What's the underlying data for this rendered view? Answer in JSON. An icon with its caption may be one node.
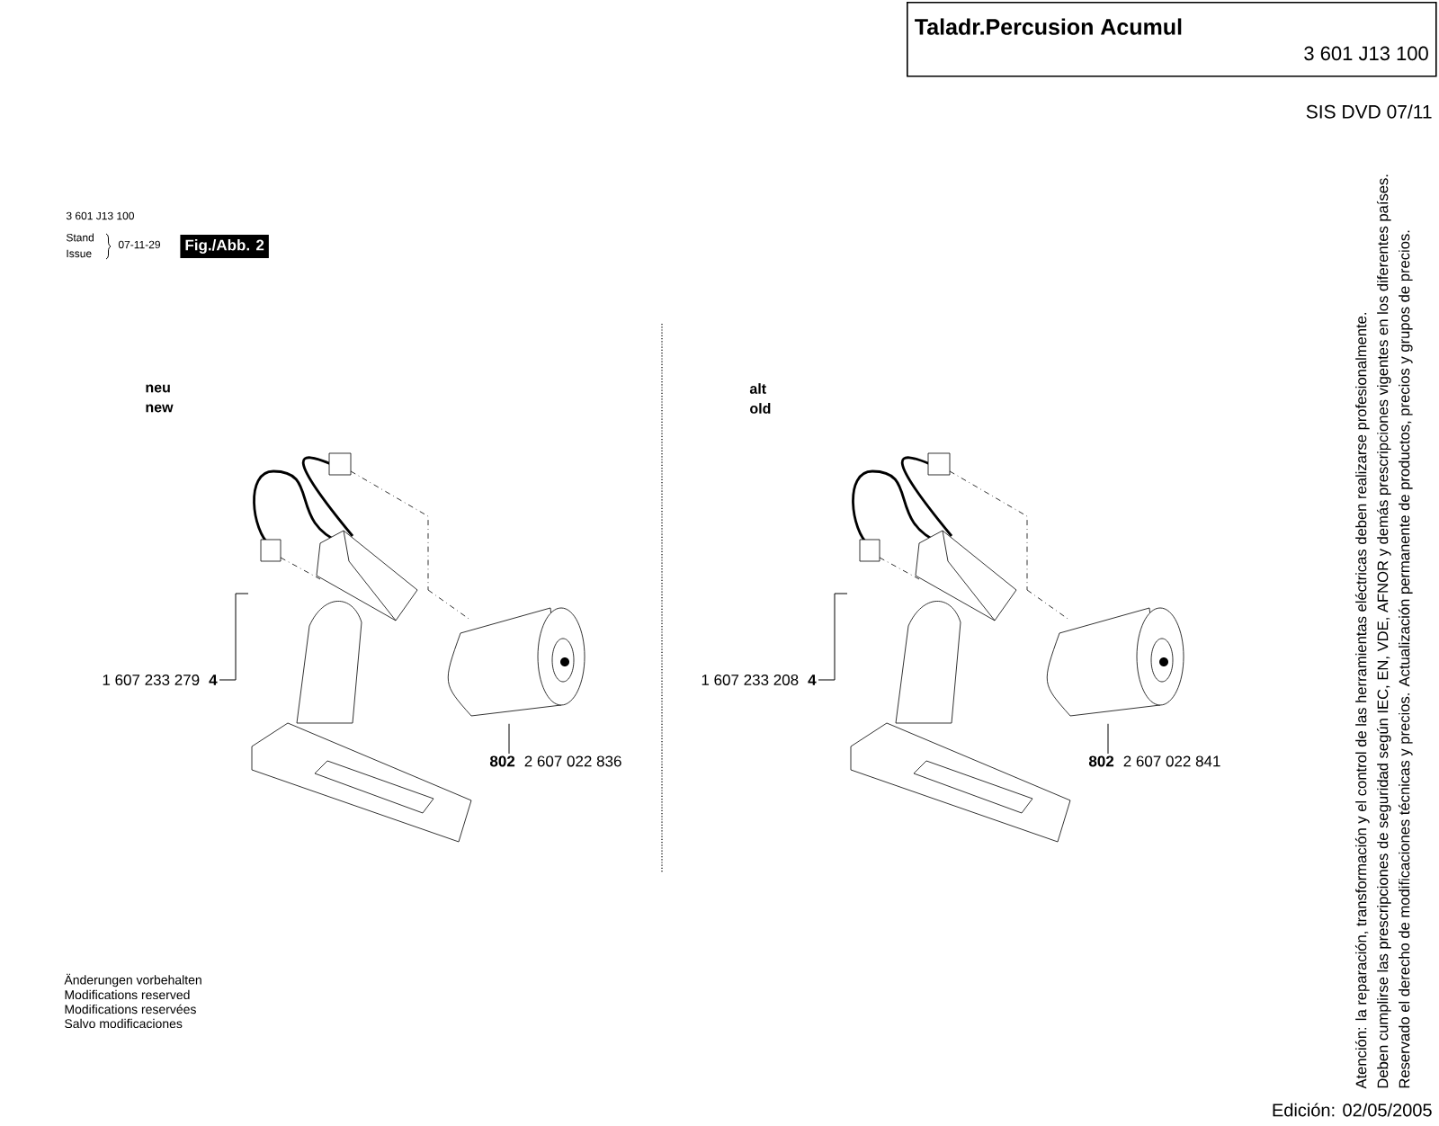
{
  "diagram": {
    "nodes": [
      {
        "text": [
          "Taladr.Percusion Acumul",
          "3 601 J13 100"
        ]
      },
      {
        "text": [
          "Fig./Abb. 2"
        ]
      },
      {
        "text": [
          "1 607 233 279",
          "4"
        ]
      },
      {
        "text": [],
        "shape": "picture"
      },
      {
        "text": [
          "802",
          "2 607 022 836"
        ]
      },
      {
        "text": [],
        "shape": "picture"
      },
      {
        "text": [
          "1 607 233 208",
          "4"
        ]
      },
      {
        "text": [],
        "shape": "picture"
      },
      {
        "text": [
          "802",
          "2 607 022 841"
        ]
      },
      {
        "text": [],
        "shape": "picture"
      }
    ],
    "edges": [
      {
        "from": 2,
        "to": 3,
        "arrow": "none"
      },
      {
        "from": 4,
        "to": 5,
        "arrow": "none"
      },
      {
        "from": 6,
        "to": 7,
        "arrow": "none"
      },
      {
        "from": 8,
        "to": 9,
        "arrow": "none"
      }
    ],
    "labels": [
      "SIS DVD 07/11",
      "3 601 J13 100",
      "Stand",
      "Issue",
      "07-11-29",
      "neu",
      "new",
      "alt",
      "old",
      "Änderungen vorbehalten",
      "Modifications reserved",
      "Modifications reservées",
      "Salvo modificaciones",
      "Atención: la reparación, transformación y el control de las herramientas eléctricas deben realizarse profesionalmente.",
      "Deben cumplirse las prescripciones de seguridad según IEC, EN, VDE, AFNOR y demás prescripciones vigentes en los diferentes países.",
      "Reservado el derecho de modificaciones técnicas y precios. Actualización permanente de productos, precios y grupos de precios.",
      "Edición: 02/05/2005"
    ]
  }
}
